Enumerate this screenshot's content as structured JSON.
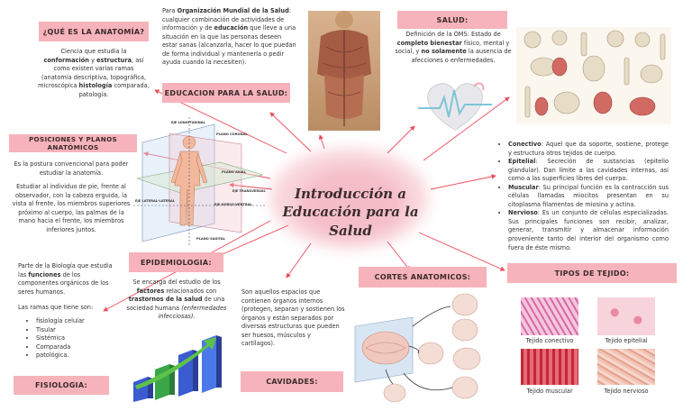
{
  "title": "Introducción a Educación para la Salud",
  "anatomia": {
    "heading": "¿QUÉ ES LA ANATOMÍA?",
    "p1": "Ciencia que estudia la",
    "b1": "conformación",
    "p2": "y",
    "b2": "estructura",
    "p3": ", así como existen varias ramas (anatomía descriptiva, topográfica, microscópica",
    "b3": "histología",
    "p4": "comparada, patología."
  },
  "educacion": {
    "heading": "EDUCACION PARA LA SALUD:",
    "p1": "Para",
    "b1": "Organización Mundial de la Salud",
    "p2": ": cualquier combinación de actividades de información y de",
    "b2": "educación",
    "p3": "que lleve a una situación en la que las personas deseen estar sanas (alcanzarla, hacer lo que puedan de forma individual y mantenerla o pedir ayuda cuando la necesiten)."
  },
  "salud": {
    "heading": "SALUD:",
    "p1": "Definición de la OMS: Estado de",
    "b1": "completo bienestar",
    "p2": "físico, mental y social, y",
    "b2": "no solamente",
    "p3": "la ausencia de afecciones o enfermedades."
  },
  "posiciones": {
    "heading": "POSICIONES Y PLANOS ANATÓMICOS",
    "p1": "Es la postura convencional para poder estudiar la anatomía.",
    "p2": "Estudiar al individuo de pie, frente al observador, con la cabeza erguida, la vista al frente, los miembros superiores próximo al cuerpo, las palmas de la mano hacia el frente, los miembros inferiores juntos."
  },
  "planes_labels": {
    "frontal": "EJE LONGITUDINAL",
    "cefalico": "PLANO CORONAL",
    "axial": "PLANO AXIAL",
    "sagital": "EJE TRANSVERSAL",
    "lateral": "EJE LATERAL-LATERAL",
    "ventral": "EJE DORSO-VENTRAL",
    "mediano": "PLANO SAGITAL"
  },
  "tejidos_list": [
    {
      "b": "Conectivo",
      "t": ": Aquel que da soporte, sostiene, protege y estructura otros tejidos de cuerpo."
    },
    {
      "b": "Epitelial",
      "t": ": Secreción de sustancias (epitelio glandular). Dan límite a las cavidades internas, así como a las superficies libres del cuerpo."
    },
    {
      "b": "Muscular",
      "t": ": Su principal función es la contracción sus células llamadas miocitos presentan en su citoplasma filamentos de miosina y actina."
    },
    {
      "b": "Nervioso",
      "t": ": Es un conjunto de células especializadas. Sus principales funciones son recibir, analizar, generar, transmitir y almacenar información proveniente tanto del interior del organismo como fuera de éste mismo."
    }
  ],
  "tipos_tejido": {
    "heading": "TIPOS DE TEJIDO:",
    "conectivo": "Tejido conectivo",
    "epitelial": "Tejido epitelial",
    "muscular": "Tejido muscular",
    "nervioso": "Tejido nervioso"
  },
  "epidemiologia": {
    "heading": "EPIDEMIOLOGIA:",
    "p1": "Se encarga del estudio de los",
    "b1": "factores",
    "p2": "relacionados con",
    "b2": "trastornos de la salud",
    "p3": "de una sociedad humana",
    "i1": "(enfermedades infecciosas)."
  },
  "fisiologia": {
    "heading": "FISIOLOGIA:",
    "p1": "Parte de la Biología que estudia las",
    "b1": "funciones",
    "p2": "de los componentes orgánicos de los seres humanos.",
    "p3": "Las ramas que tiene son:",
    "ramas": [
      "fisiología celular",
      "Tisular",
      "Sistémica",
      "Comparada",
      "patológica."
    ]
  },
  "cavidades": {
    "heading": "CAVIDADES:",
    "p1": "Son aquellos espacios que contienen órganos internos (protegen, separan y sostienen los órganos y están separados por diversas estructuras que pueden ser huesos, músculos y cartílagos)."
  },
  "cortes": {
    "heading": "CORTES ANATOMICOS:"
  },
  "colors": {
    "pink_label": "#f6b3bb",
    "arrow": "#f04a5a",
    "bar_blue": "#3b5bd1",
    "bar_green": "#3aa64a"
  }
}
